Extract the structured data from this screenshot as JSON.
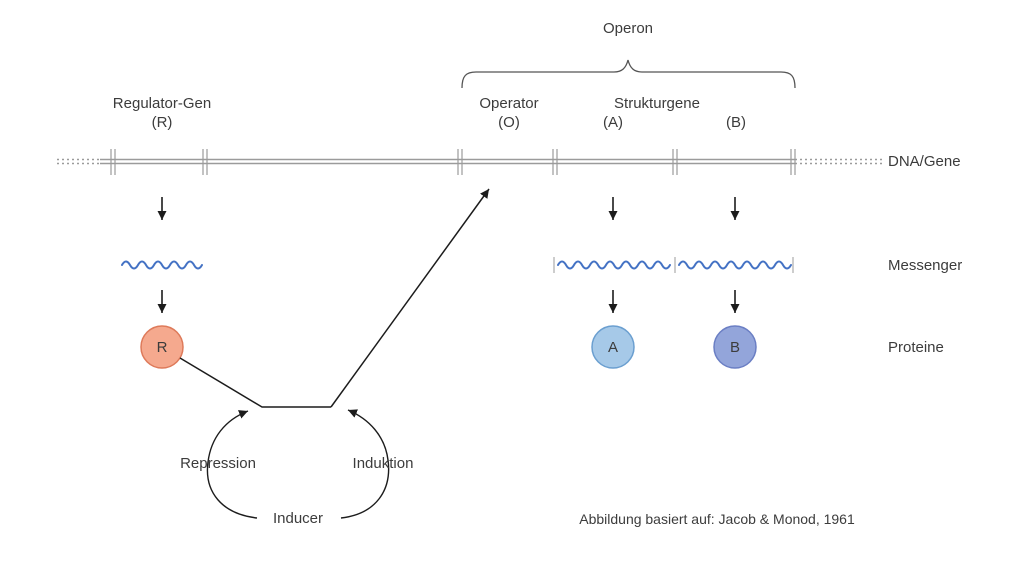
{
  "diagram": {
    "title": "Operon",
    "regions": {
      "regulator_gene": {
        "label": "Regulator-Gen",
        "symbol": "(R)"
      },
      "operator": {
        "label": "Operator",
        "symbol": "(O)"
      },
      "structural_genes": {
        "label": "Strukturgene",
        "gene_a": "(A)",
        "gene_b": "(B)"
      }
    },
    "rows": {
      "dna": "DNA/Gene",
      "messenger": "Messenger",
      "proteins": "Proteine"
    },
    "proteins": {
      "r": {
        "label": "R",
        "fill": "#f5a98e",
        "stroke": "#de7a5a"
      },
      "a": {
        "label": "A",
        "fill": "#a6c9e8",
        "stroke": "#6b9fd0"
      },
      "b": {
        "label": "B",
        "fill": "#93a5da",
        "stroke": "#6b7fc4"
      }
    },
    "cycle": {
      "repression": "Repression",
      "induction": "Induktion",
      "inducer": "Inducer"
    },
    "caption": "Abbildung basiert auf: Jacob & Monod, 1961",
    "colors": {
      "dna": "#9b9b9b",
      "mrna": "#4472c4",
      "arrow": "#1c1c1c",
      "text": "#3c3c3c"
    }
  }
}
